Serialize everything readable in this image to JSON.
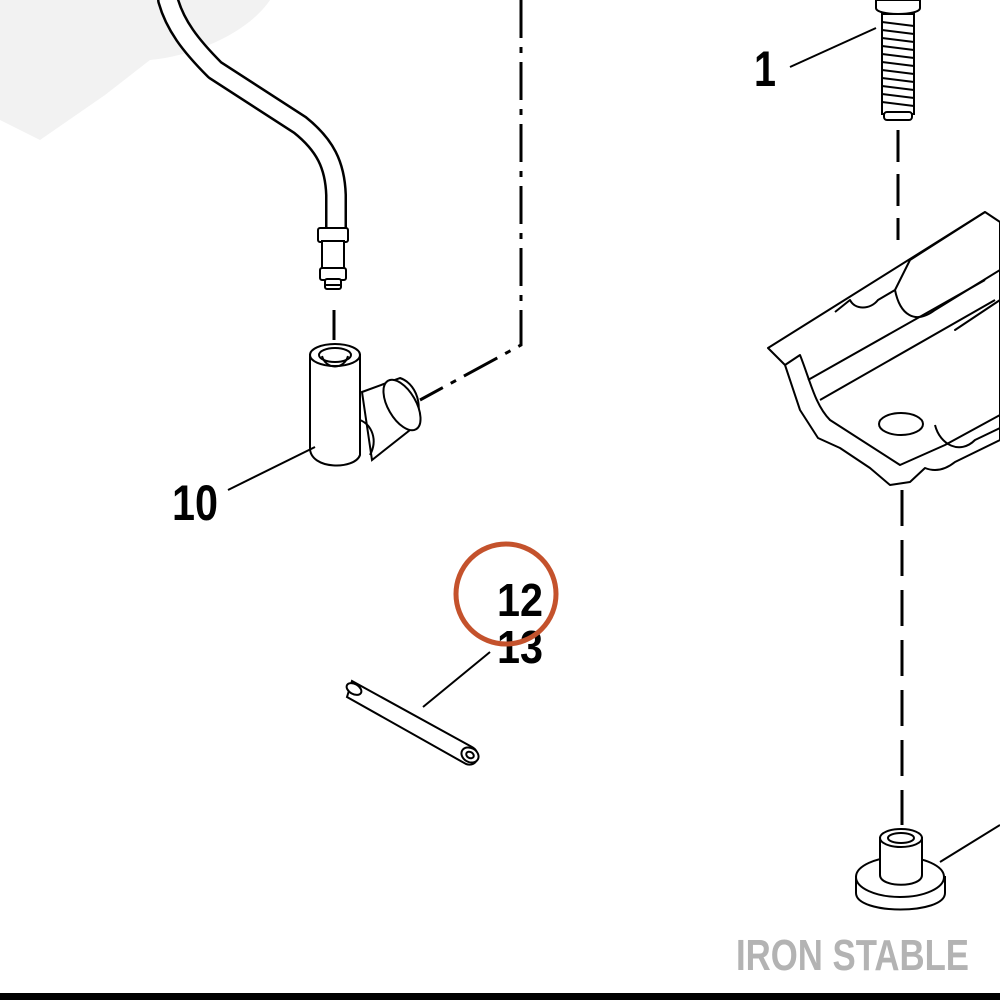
{
  "diagram": {
    "callouts": {
      "part_1": "1",
      "part_10": "10",
      "part_12": "12",
      "part_13": "13"
    },
    "highlighted_callout": "12",
    "watermark": "IRON STABLE"
  },
  "colors": {
    "line": "#000000",
    "highlight_ring": "#c4522c",
    "watermark": "#b3b3b3",
    "ghost_shape": "#f2f2f2",
    "bottom_bar": "#000000"
  }
}
